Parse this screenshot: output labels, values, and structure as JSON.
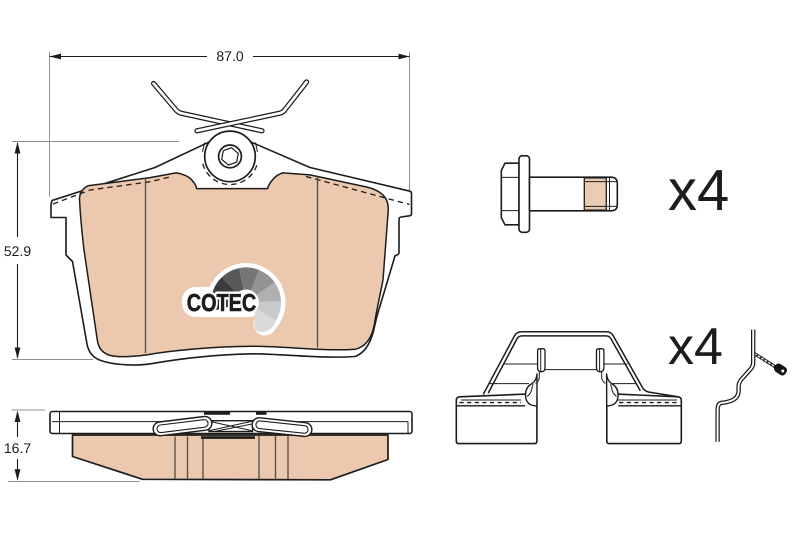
{
  "title": "Brake pad set technical drawing",
  "dimension_labels": {
    "width": "87.0",
    "height": "52.9",
    "thickness": "16.7"
  },
  "quantity_labels": {
    "bolt": "x4",
    "clip": "x4"
  },
  "logo_text": "COTEC",
  "colors": {
    "line": "#1c1c1c",
    "dim": "#1c1c1c",
    "ext": "#8f8f8f",
    "friction": "#ecc9ae",
    "thread": "#eaccb3",
    "section": "#554e46",
    "connector": "#141414",
    "fan1": "#212121",
    "fan2": "#3b3b3b",
    "fan3": "#585858",
    "fan4": "#767676",
    "fan5": "#939393",
    "fan6": "#b0b0b0",
    "fan7": "#c9c9c9",
    "fan8": "#dadada"
  }
}
